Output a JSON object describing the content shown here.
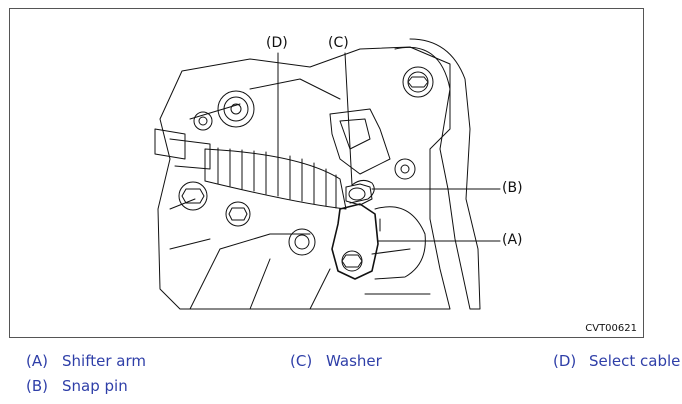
{
  "callouts": {
    "d": "(D)",
    "c": "(C)",
    "b": "(B)",
    "a": "(A)"
  },
  "figure_id": "CVT00621",
  "legend": [
    {
      "letter": "(A)",
      "label": "Shifter arm"
    },
    {
      "letter": "(B)",
      "label": "Snap pin"
    },
    {
      "letter": "(C)",
      "label": "Washer"
    },
    {
      "letter": "(D)",
      "label": "Select cable"
    }
  ],
  "colors": {
    "line": "#111111",
    "legend_text": "#2f3fa8"
  }
}
